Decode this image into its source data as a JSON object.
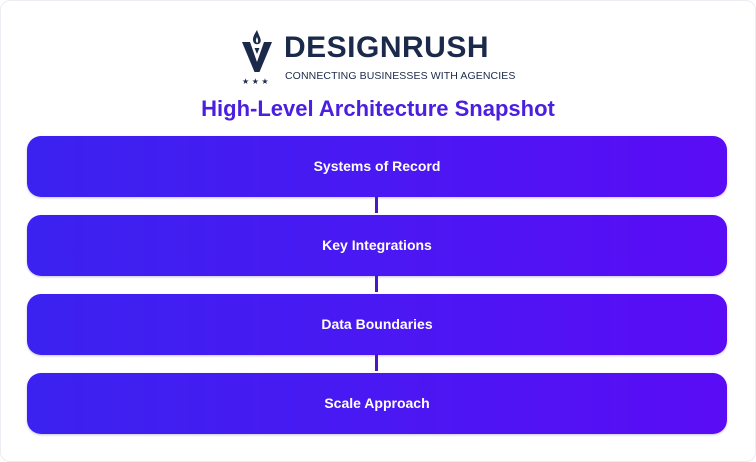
{
  "logo": {
    "wordmark": "DESIGNRUSH",
    "tagline": "CONNECTING BUSINESSES WITH AGENCIES",
    "colors": {
      "navy": "#1b2a4a"
    }
  },
  "diagram": {
    "title": "High-Level Architecture Snapshot",
    "steps": [
      {
        "label": "Systems of Record"
      },
      {
        "label": "Key Integrations"
      },
      {
        "label": "Data Boundaries"
      },
      {
        "label": "Scale Approach"
      }
    ],
    "colors": {
      "title": "#4b1fe0",
      "box_start": "#3b22f0",
      "box_end": "#5a0cf5",
      "connector": "#4a16c8"
    }
  }
}
